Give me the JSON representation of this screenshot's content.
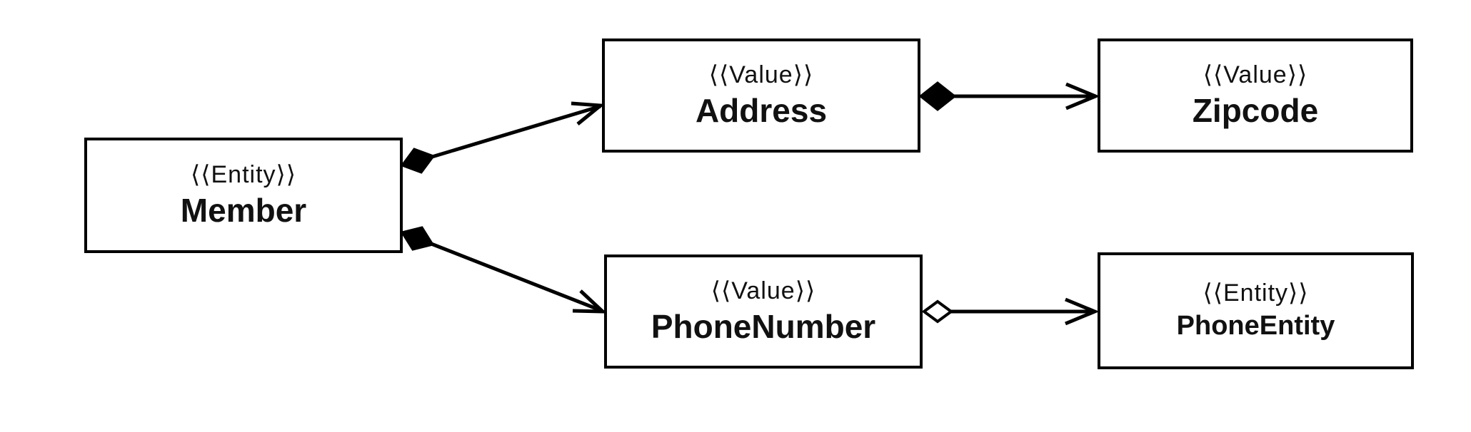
{
  "diagram": {
    "type": "uml-class-diagram",
    "background_color": "#ffffff",
    "stroke_color": "#000000",
    "text_color": "#111111",
    "nodes": {
      "member": {
        "stereotype": "⟨⟨Entity⟩⟩",
        "name": "Member"
      },
      "address": {
        "stereotype": "⟨⟨Value⟩⟩",
        "name": "Address"
      },
      "zipcode": {
        "stereotype": "⟨⟨Value⟩⟩",
        "name": "Zipcode"
      },
      "phonenumber": {
        "stereotype": "⟨⟨Value⟩⟩",
        "name": "PhoneNumber"
      },
      "phoneentity": {
        "stereotype": "⟨⟨Entity⟩⟩",
        "name": "PhoneEntity"
      }
    },
    "edges": [
      {
        "from": "Member",
        "to": "Address",
        "relation": "composition",
        "source_marker": "filled-diamond",
        "target_marker": "open-arrowhead"
      },
      {
        "from": "Member",
        "to": "PhoneNumber",
        "relation": "composition",
        "source_marker": "filled-diamond",
        "target_marker": "open-arrowhead"
      },
      {
        "from": "Address",
        "to": "Zipcode",
        "relation": "composition",
        "source_marker": "filled-diamond",
        "target_marker": "open-arrowhead"
      },
      {
        "from": "PhoneNumber",
        "to": "PhoneEntity",
        "relation": "aggregation",
        "source_marker": "hollow-diamond",
        "target_marker": "open-arrowhead"
      }
    ]
  }
}
